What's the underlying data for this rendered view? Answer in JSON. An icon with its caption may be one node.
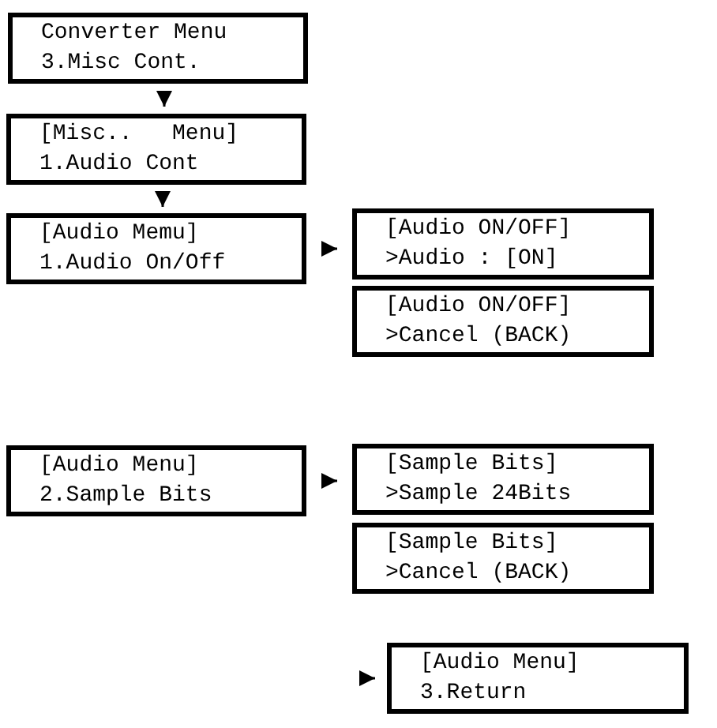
{
  "diagram": {
    "nodes": [
      {
        "text": [
          "Converter Menu",
          "3.Misc Cont."
        ]
      },
      {
        "text": [
          "[Misc..   Menu]",
          "1.Audio Cont"
        ]
      },
      {
        "text": [
          "[Audio Memu]",
          "1.Audio On/Off"
        ]
      },
      {
        "text": [
          "[Audio ON/OFF]",
          ">Audio : [ON]"
        ]
      },
      {
        "text": [
          "[Audio ON/OFF]",
          ">Cancel (BACK)"
        ]
      },
      {
        "text": [
          "[Audio Menu]",
          "2.Sample Bits"
        ]
      },
      {
        "text": [
          "[Sample Bits]",
          ">Sample 24Bits"
        ]
      },
      {
        "text": [
          "[Sample Bits]",
          ">Cancel (BACK)"
        ]
      },
      {
        "text": [
          "[Audio Menu]",
          "3.Return"
        ]
      }
    ],
    "edges": [
      {
        "from": 0,
        "to": 1,
        "arrow": "to"
      },
      {
        "from": 1,
        "to": 2,
        "arrow": "to"
      },
      {
        "from": 2,
        "to": 3,
        "arrow": "to"
      },
      {
        "from": 5,
        "to": 6,
        "arrow": "to"
      },
      {
        "from": null,
        "to": 8,
        "arrow": "to"
      }
    ]
  }
}
